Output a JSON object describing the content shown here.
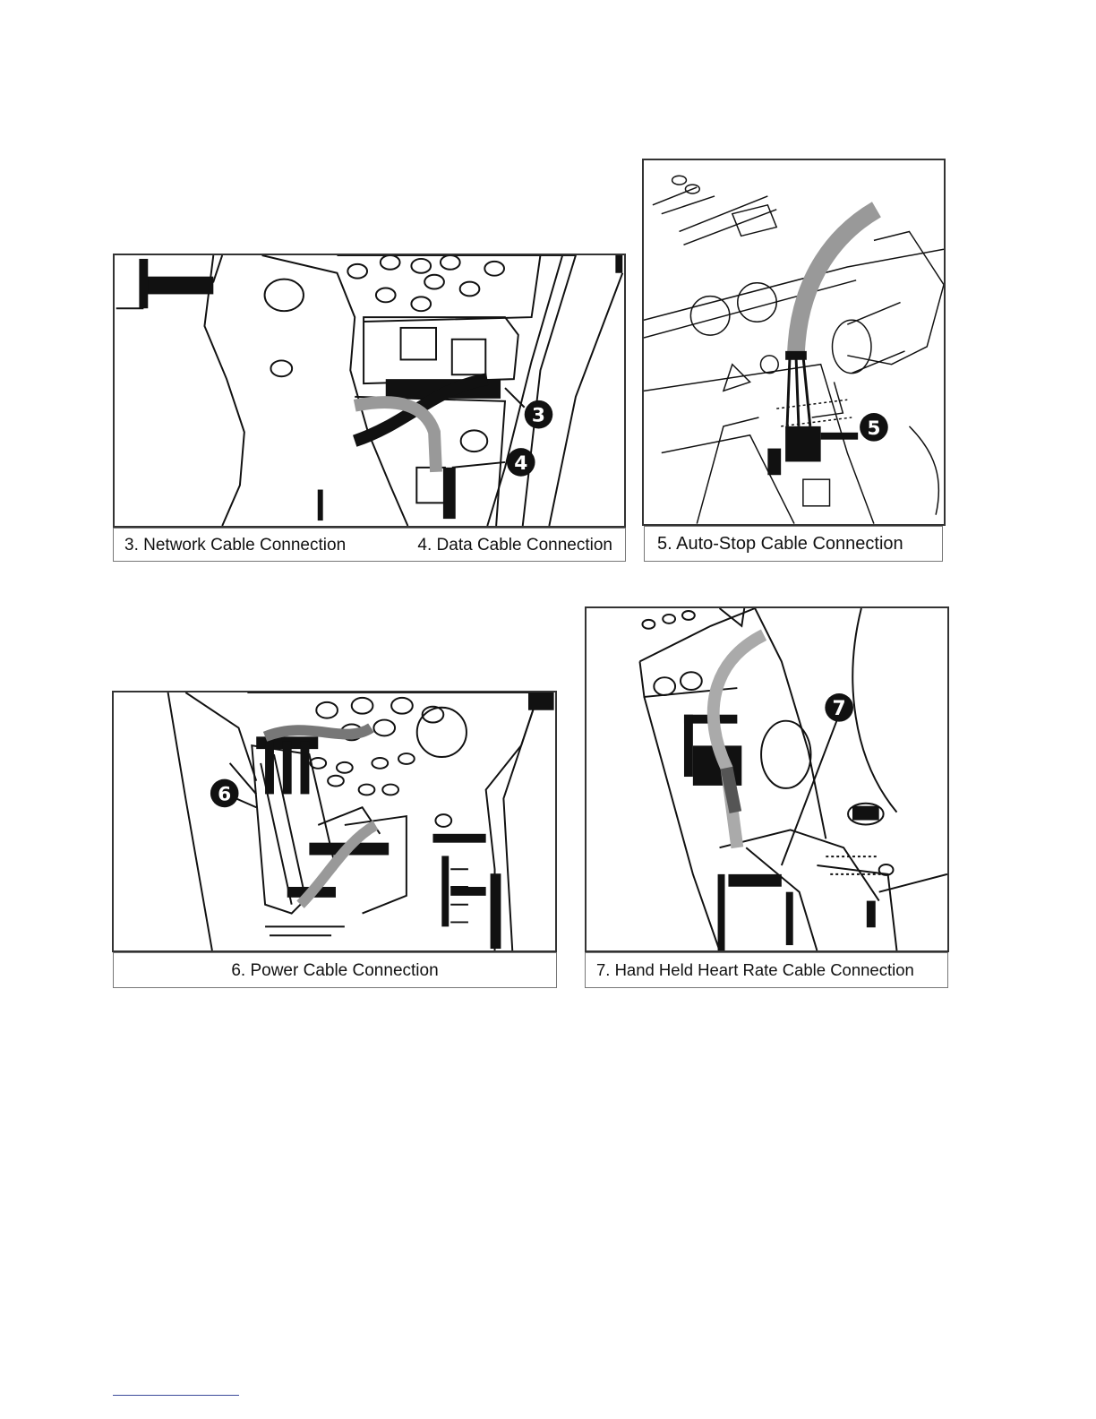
{
  "figures": {
    "network_data": {
      "caption_left": "3. Network Cable Connection",
      "caption_right": "4. Data Cable Connection",
      "callouts": [
        "3",
        "4"
      ]
    },
    "auto_stop": {
      "caption": "5. Auto-Stop Cable Connection",
      "callouts": [
        "5"
      ]
    },
    "power": {
      "caption": "6. Power Cable Connection",
      "callouts": [
        "6"
      ]
    },
    "heart_rate": {
      "caption": "7. Hand Held Heart Rate Cable Connection",
      "callouts": [
        "7"
      ]
    }
  }
}
